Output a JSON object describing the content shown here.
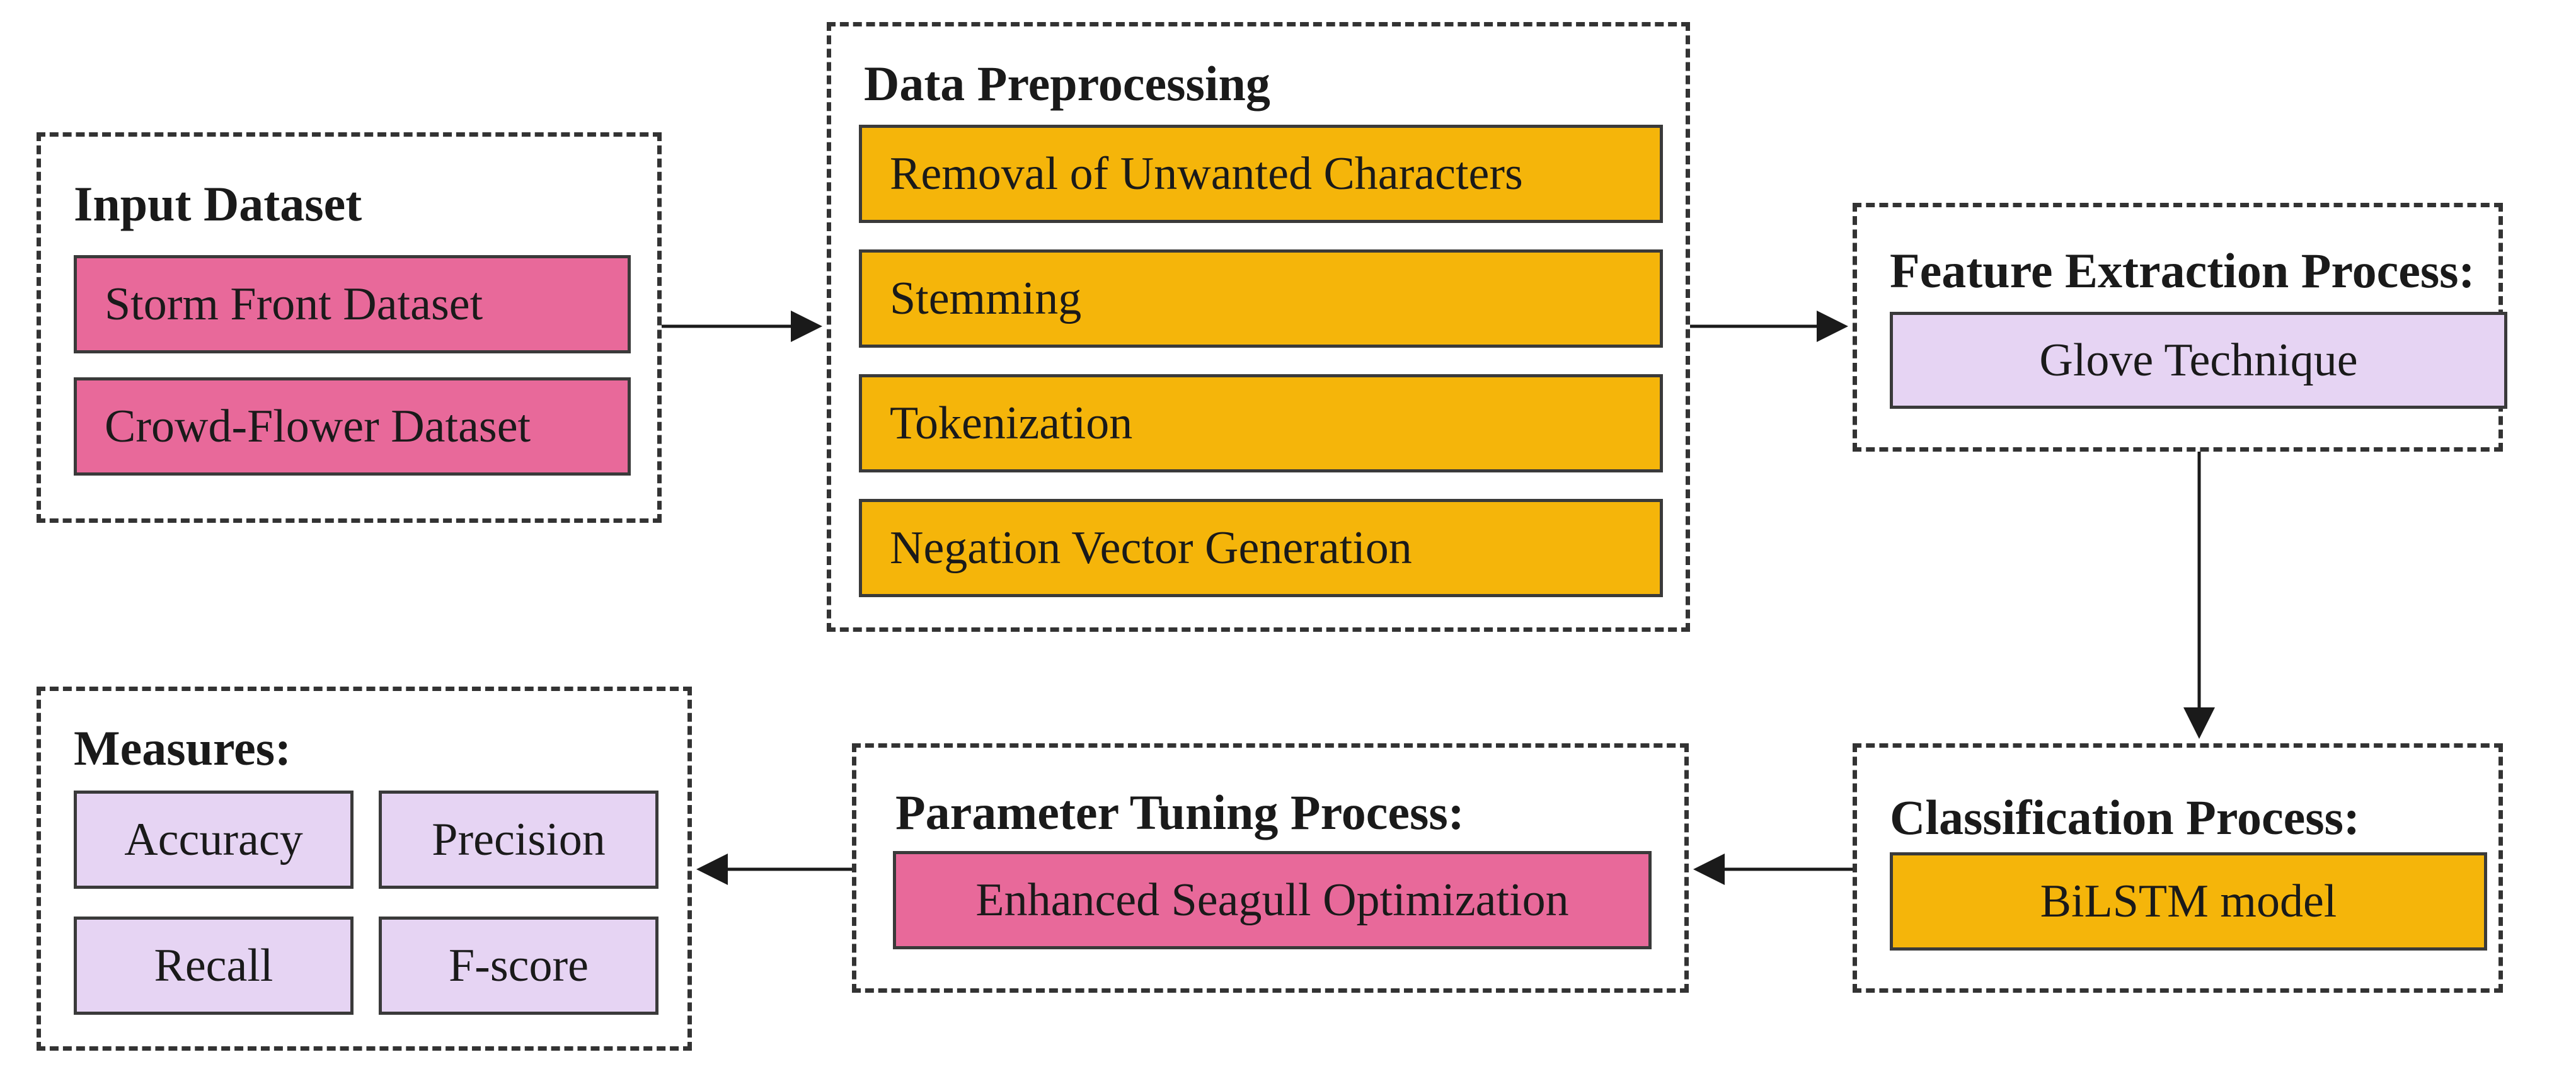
{
  "input_dataset": {
    "title": "Input Dataset",
    "items": [
      "Storm Front Dataset",
      "Crowd-Flower Dataset"
    ]
  },
  "data_preprocessing": {
    "title": "Data Preprocessing",
    "items": [
      "Removal of Unwanted Characters",
      "Stemming",
      "Tokenization",
      "Negation Vector Generation"
    ]
  },
  "feature_extraction": {
    "title": "Feature Extraction Process:",
    "items": [
      "Glove Technique"
    ]
  },
  "classification": {
    "title": "Classification Process:",
    "items": [
      "BiLSTM model"
    ]
  },
  "parameter_tuning": {
    "title": "Parameter Tuning Process:",
    "items": [
      "Enhanced Seagull Optimization"
    ]
  },
  "measures": {
    "title": "Measures:",
    "items": [
      "Accuracy",
      "Precision",
      "Recall",
      "F-score"
    ]
  },
  "colors": {
    "pink": "#e8699a",
    "orange": "#f5b50a",
    "lavender": "#e6d4f3",
    "border": "#333333"
  }
}
